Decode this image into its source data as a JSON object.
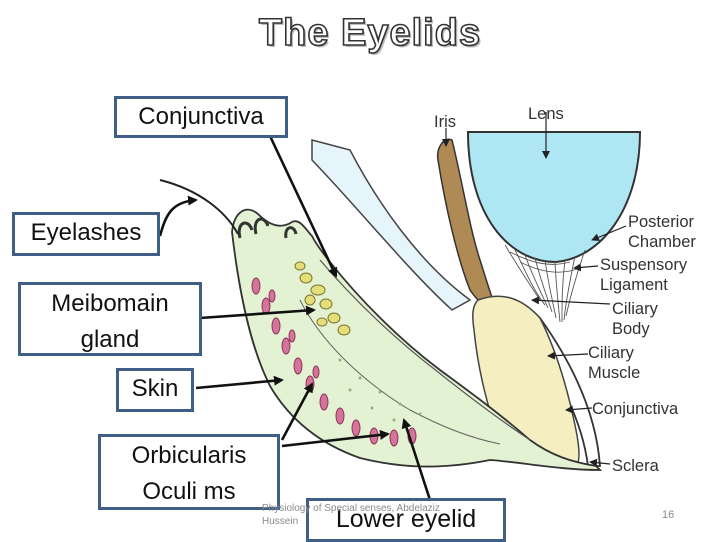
{
  "title": "The Eyelids",
  "callouts": {
    "conjunctiva": "Conjunctiva",
    "eyelashes": "Eyelashes",
    "meibomain_line1": "Meibomain",
    "meibomain_line2": "gland",
    "skin": "Skin",
    "orbicularis_line1": "Orbicularis",
    "orbicularis_line2": "Oculi ms",
    "lower_eyelid": "Lower eyelid"
  },
  "figure_labels": {
    "iris": "Iris",
    "lens": "Lens",
    "posterior_chamber_line1": "Posterior",
    "posterior_chamber_line2": "Chamber",
    "suspensory_line1": "Suspensory",
    "suspensory_line2": "Ligament",
    "ciliary_body_line1": "Ciliary",
    "ciliary_body_line2": "Body",
    "ciliary_muscle_line1": "Ciliary",
    "ciliary_muscle_line2": "Muscle",
    "conjunctiva": "Conjunctiva",
    "sclera": "Sclera"
  },
  "footer": {
    "text": "Physiology of Special senses, Abdelaziz Hussein",
    "page": "16"
  }
}
